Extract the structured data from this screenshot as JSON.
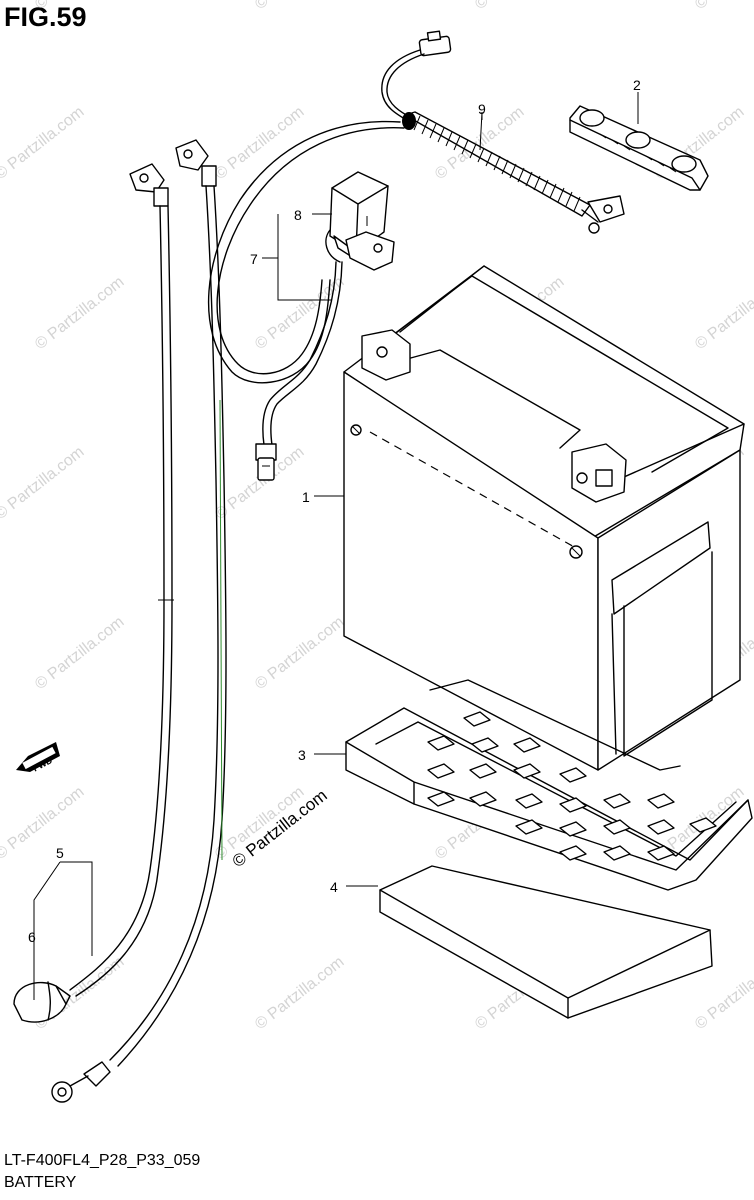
{
  "figure": {
    "title": "FIG.59",
    "code": "LT-F400FL4_P28_P33_059",
    "name": "BATTERY"
  },
  "watermark": {
    "text": "© Partzilla.com",
    "center_text": "© Partzilla.com"
  },
  "direction_marker": {
    "text": "FWD"
  },
  "callouts": [
    {
      "id": "1",
      "label": "1"
    },
    {
      "id": "2",
      "label": "2"
    },
    {
      "id": "3",
      "label": "3"
    },
    {
      "id": "4",
      "label": "4"
    },
    {
      "id": "5",
      "label": "5"
    },
    {
      "id": "6",
      "label": "6"
    },
    {
      "id": "7",
      "label": "7"
    },
    {
      "id": "8",
      "label": "8"
    },
    {
      "id": "9",
      "label": "9"
    }
  ],
  "parts": [
    {
      "callout": "1",
      "icon": "battery-icon"
    },
    {
      "callout": "2",
      "icon": "battery-terminal-cover-icon"
    },
    {
      "callout": "3",
      "icon": "battery-tray-icon"
    },
    {
      "callout": "4",
      "icon": "battery-pad-icon"
    },
    {
      "callout": "5",
      "icon": "negative-cable-icon"
    },
    {
      "callout": "6",
      "icon": "terminal-cap-icon"
    },
    {
      "callout": "7",
      "icon": "starter-relay-icon"
    },
    {
      "callout": "8",
      "icon": "relay-cushion-icon"
    },
    {
      "callout": "9",
      "icon": "positive-cable-icon"
    }
  ],
  "colors": {
    "ink": "#000000",
    "background": "#ffffff",
    "watermark": "#d4d4d4",
    "green_wire": "#2e8b2e"
  }
}
